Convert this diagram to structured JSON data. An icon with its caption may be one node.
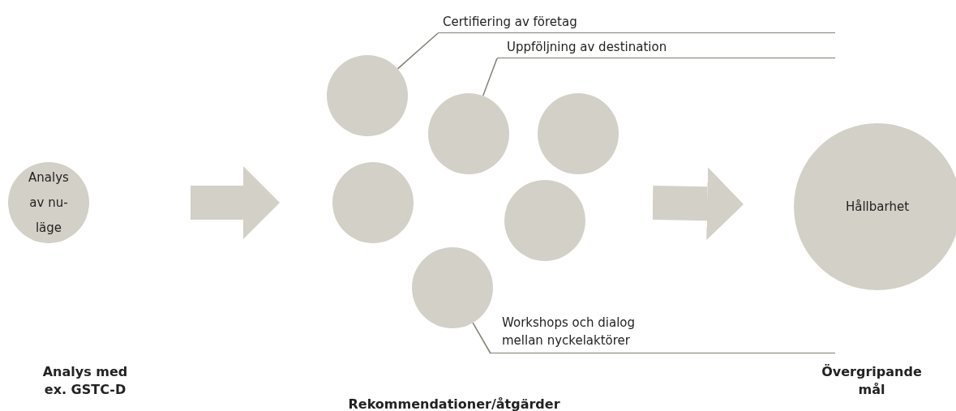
{
  "diagram": {
    "nodes": [
      {
        "text": [
          "Analys av nu- läge"
        ]
      },
      {
        "text": [
          "Certifiering av företag"
        ]
      },
      {
        "text": [],
        "shape": "circle"
      },
      {
        "text": [
          "Uppföljning av destination"
        ]
      },
      {
        "text": [],
        "shape": "circle"
      },
      {
        "text": [],
        "shape": "circle"
      },
      {
        "text": [],
        "shape": "circle"
      },
      {
        "text": [],
        "shape": "circle"
      },
      {
        "text": [],
        "shape": "circle"
      },
      {
        "text": [
          "Workshops och dialog mellan nyckelaktörer"
        ]
      },
      {
        "text": [
          "Hållbarhet"
        ]
      }
    ],
    "edges": [
      {
        "from": 0,
        "to": 6,
        "arrow": "to",
        "style": "thick",
        "color": "#d3d0c7"
      },
      {
        "from": 1,
        "to": 2,
        "arrow": "none"
      },
      {
        "from": 3,
        "to": 4,
        "arrow": "none"
      },
      {
        "from": 9,
        "to": 8,
        "arrow": "none"
      },
      {
        "from": null,
        "to": 10,
        "arrow": "to",
        "style": "thick",
        "color": "#d3d0c7"
      }
    ],
    "labels": [
      "Analys med ex. GSTC-D",
      "Rekommendationer/åtgärder",
      "Övergripande mål"
    ]
  }
}
